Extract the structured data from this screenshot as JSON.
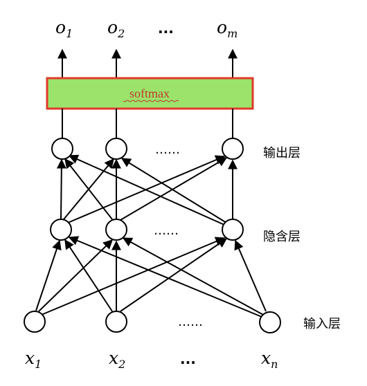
{
  "outputs": [
    {
      "base": "o",
      "sub": "1"
    },
    {
      "base": "o",
      "sub": "2"
    },
    {
      "base": "o",
      "sub": "m"
    }
  ],
  "outputs_ellipsis": "...",
  "softmax_label": "softmax",
  "layers": {
    "output": "输出层",
    "hidden": "隐含层",
    "input": "输入层"
  },
  "node_ellipsis": "……",
  "inputs": [
    {
      "base": "x",
      "sub": "1"
    },
    {
      "base": "x",
      "sub": "2"
    },
    {
      "base": "x",
      "sub": "n"
    }
  ],
  "inputs_ellipsis": "...",
  "colors": {
    "softmax_fill": "#9be36b",
    "softmax_border": "#e0392b",
    "softmax_text": "#c0392b"
  }
}
